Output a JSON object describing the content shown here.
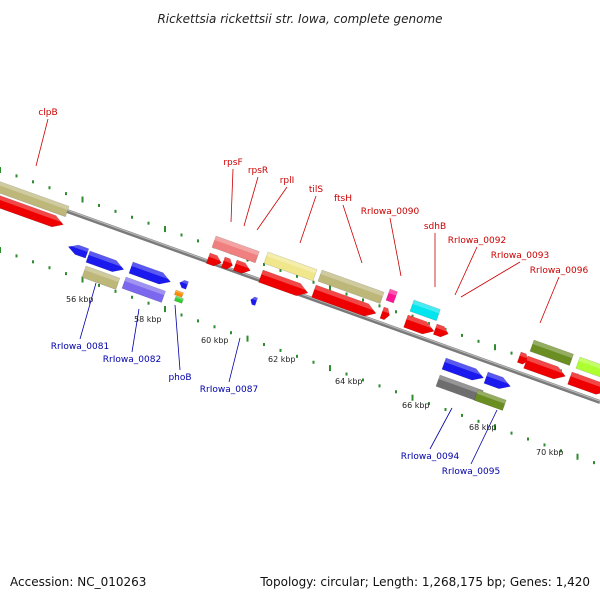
{
  "title": "Rickettsia rickettsii str. Iowa, complete genome",
  "footer": {
    "accession": "Accession: NC_010263",
    "summary": "Topology: circular; Length: 1,268,175 bp; Genes: 1,420"
  },
  "colors": {
    "top_label": "#cc0000",
    "bottom_label": "#0000aa",
    "backbone": "#8c8c8c",
    "dots": "#2e8b2e"
  },
  "kbp_labels": [
    "56 kbp",
    "58 kbp",
    "60 kbp",
    "62 kbp",
    "64 kbp",
    "66 kbp",
    "68 kbp",
    "70 kbp"
  ],
  "top_labels": [
    "clpB",
    "rpsF",
    "rpsR",
    "rplI",
    "tilS",
    "ftsH",
    "RrIowa_0090",
    "sdhB",
    "RrIowa_0092",
    "RrIowa_0093",
    "RrIowa_0096"
  ],
  "bottom_labels": [
    "RrIowa_0081",
    "RrIowa_0082",
    "phoB",
    "RrIowa_0087",
    "RrIowa_0094",
    "RrIowa_0095"
  ]
}
